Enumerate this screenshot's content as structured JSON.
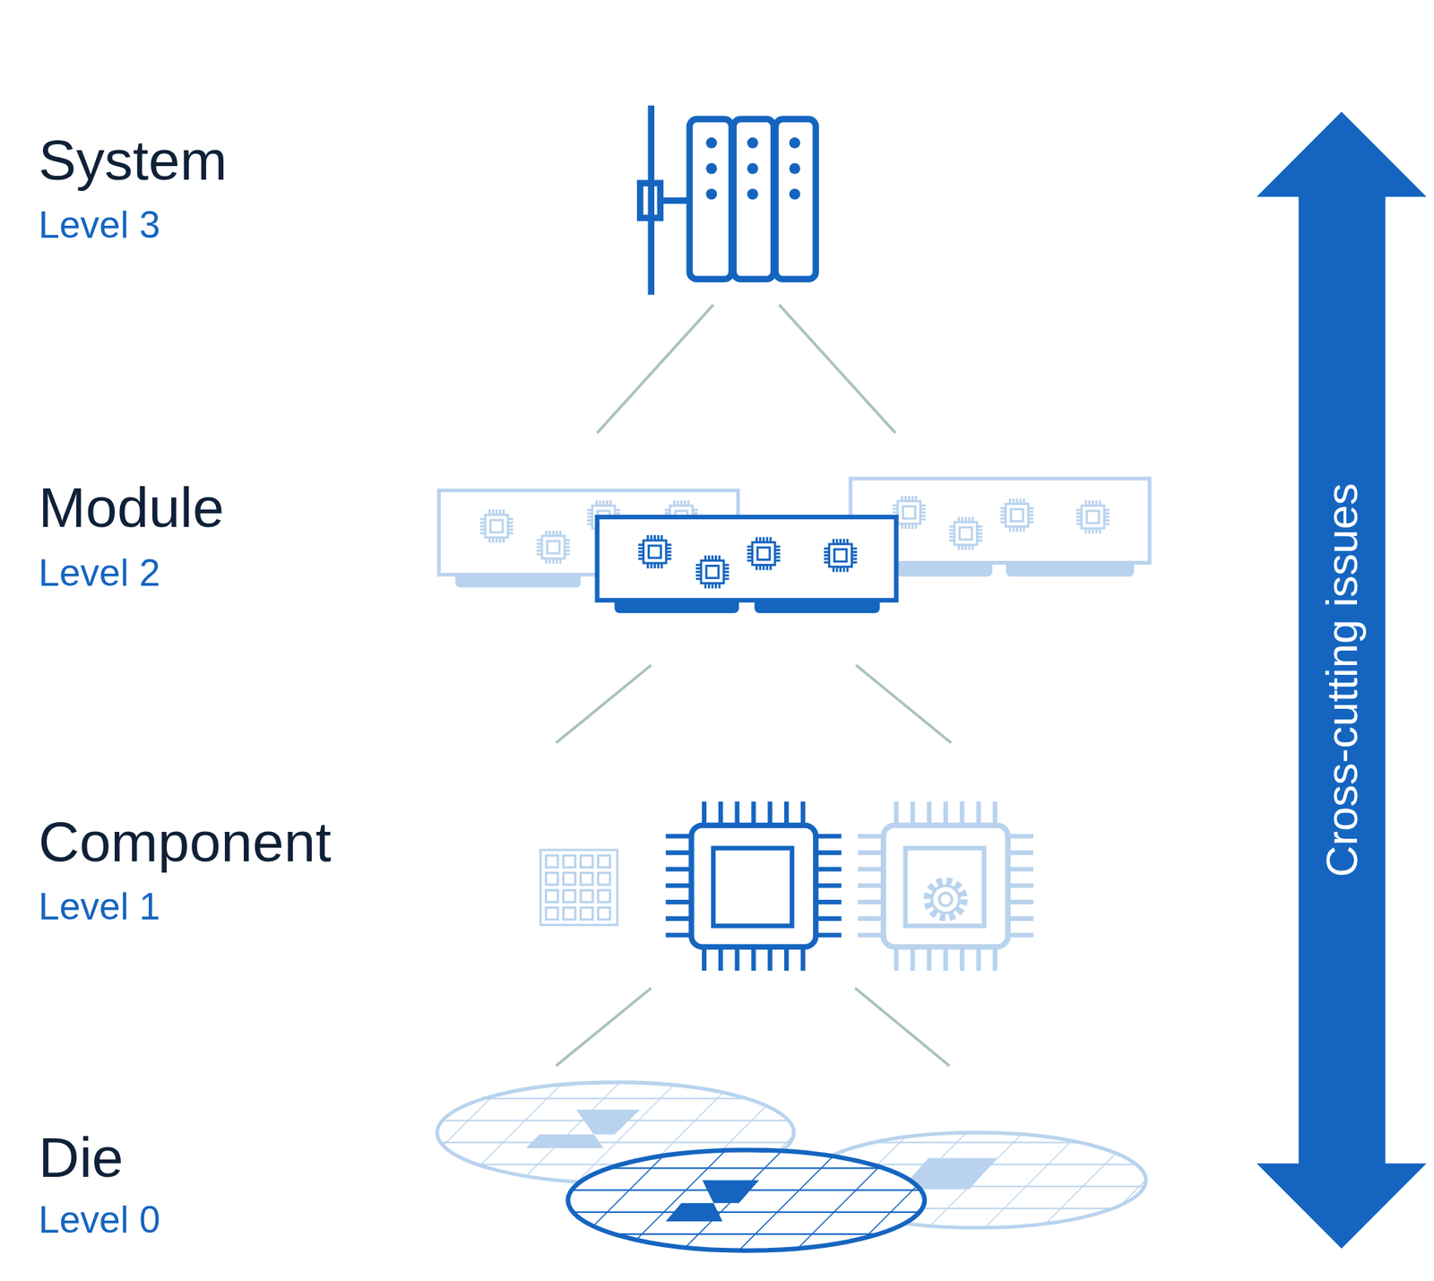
{
  "diagram": {
    "nodes": [
      {
        "text": [
          "Cross-cutting issues"
        ]
      }
    ],
    "labels": [
      "System",
      "Level 3",
      "Module",
      "Level 2",
      "Component",
      "Level 1",
      "Die",
      "Level 0"
    ]
  }
}
